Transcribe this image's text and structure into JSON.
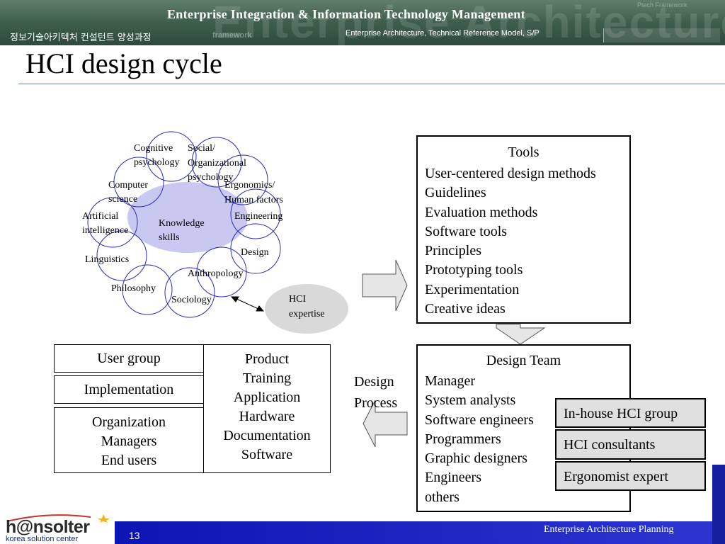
{
  "header": {
    "banner_title": "Enterprise Integration & Information Technology Management",
    "banner_korean": "정보기술아키텍처 컨설턴트 양성과정",
    "banner_subtitle": "Enterprise Architecture, Technical Reference Model, S/P"
  },
  "page_title": "HCI design cycle",
  "knowledge": {
    "center": [
      "Knowledge",
      "skills"
    ],
    "disciplines": [
      {
        "lines": [
          "Cognitive",
          "psychology"
        ]
      },
      {
        "lines": [
          "Social/",
          "Organizational",
          "psychology"
        ]
      },
      {
        "lines": [
          "Computer",
          "science"
        ]
      },
      {
        "lines": [
          "Ergonomics/",
          "Human factors"
        ]
      },
      {
        "lines": [
          "Artificial",
          "intelligence"
        ]
      },
      {
        "lines": [
          "Engineering"
        ]
      },
      {
        "lines": [
          "Linguistics"
        ]
      },
      {
        "lines": [
          "Design"
        ]
      },
      {
        "lines": [
          "Anthropology"
        ]
      },
      {
        "lines": [
          "Philosophy"
        ]
      },
      {
        "lines": [
          "Sociology"
        ]
      }
    ],
    "hci_expertise": [
      "HCI",
      "expertise"
    ]
  },
  "tools": {
    "title": "Tools",
    "items": [
      "User-centered design methods",
      "Guidelines",
      "Evaluation methods",
      "Software tools",
      "Principles",
      "Prototyping tools",
      "Experimentation",
      "Creative ideas"
    ]
  },
  "design_team": {
    "title": "Design Team",
    "members": [
      "Manager",
      "System analysts",
      "Software engineers",
      "Programmers",
      "Graphic designers",
      "Engineers",
      "others"
    ]
  },
  "hci_groups": [
    "In-house HCI group",
    "HCI consultants",
    "Ergonomist expert"
  ],
  "design_process": [
    "Design",
    "Process"
  ],
  "context": {
    "user_group": "User group",
    "implementation": "Implementation",
    "organization": [
      "Organization",
      "Managers",
      "End users"
    ],
    "products": [
      "Product",
      "Training",
      "Application",
      "Hardware",
      "Documentation",
      "Software"
    ]
  },
  "footer": {
    "page_number": "13",
    "text": "Enterprise Architecture Planning",
    "logo_main": "h@nsolter",
    "logo_sub": "korea solution center"
  },
  "colors": {
    "banner": "#3e5e4c",
    "footer_bar": "#1a24c4",
    "knowledge_blob": "#c8c8f0",
    "circle_stroke": "#2b2bb8",
    "hci_ellipse": "#d9d9d9",
    "hci_group_box": "#e0e0e0",
    "title_rule": "#6a7fa8"
  }
}
